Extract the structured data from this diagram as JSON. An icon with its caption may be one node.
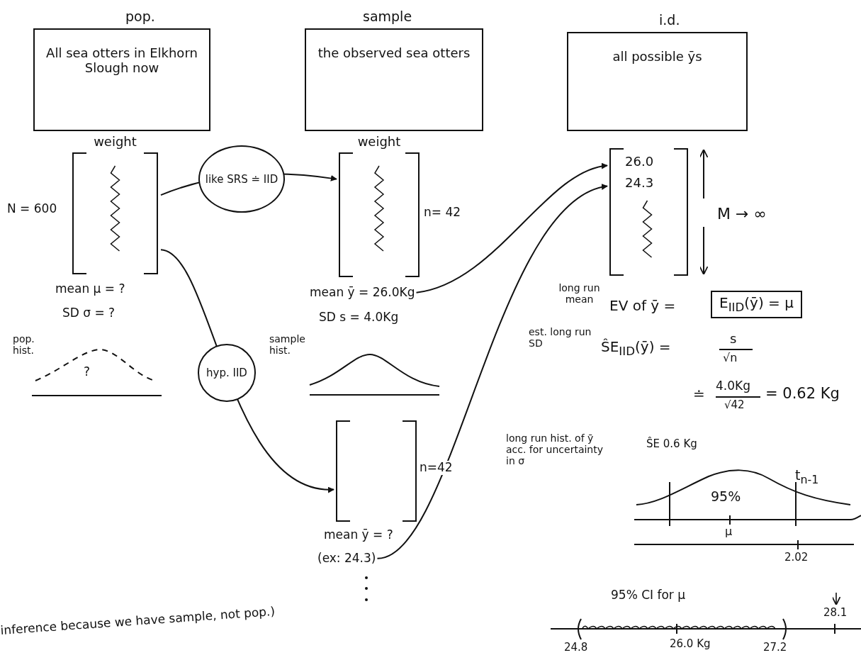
{
  "diagram": {
    "nodes": [
      {
        "text": [
          "pop.",
          "All sea otters in Elkhorn Slough now"
        ]
      },
      {
        "text": [
          "sample",
          "the observed sea otters"
        ]
      },
      {
        "text": [
          "i.d.",
          "all possible ȳs"
        ]
      },
      {
        "text": [
          "weight"
        ],
        "beside": [
          "N = 600",
          "mean μ = ?",
          "SD σ = ?"
        ]
      },
      {
        "text": [
          "weight"
        ],
        "beside": [
          "n= 42"
        ]
      },
      {
        "text": [
          "mean ȳ = 26.0Kg"
        ]
      },
      {
        "text": [],
        "shape": "box",
        "beside": [
          "n=42",
          "mean ȳ = ?"
        ]
      },
      {
        "text": [
          "(ex: 24.3)"
        ]
      },
      {
        "text": [
          "26.0",
          "24.3"
        ]
      }
    ],
    "edges": [
      {
        "from": 3,
        "to": 4,
        "arrow": "to",
        "label": "like SRS ≐ IID"
      },
      {
        "from": 3,
        "to": 6,
        "arrow": "to",
        "label": "hyp. IID"
      },
      {
        "from": 5,
        "to": 8,
        "arrow": "to"
      },
      {
        "from": 7,
        "to": 8,
        "arrow": "to"
      }
    ],
    "labels": [
      "SD s = 4.0Kg",
      "pop. hist.",
      "?",
      "sample hist.",
      "M → ∞",
      "long run mean",
      "EV of ȳ =",
      "E$_{IID}$(ȳ) = μ",
      "est. long run SD",
      "ŜE$_{IID}$(ȳ) =",
      "s",
      "√n",
      "≐",
      "4.0Kg",
      "√42",
      "= 0.62 Kg",
      "long run hist. of ȳ acc. for uncertainty in σ",
      "ŜE 0.6 Kg",
      "t$_{n-1}$",
      "95%",
      "μ",
      "2.02",
      "95% CI for μ",
      "28.1",
      "24.8",
      "26.0 Kg",
      "27.2",
      "inference because we have sample, not pop.)"
    ]
  }
}
